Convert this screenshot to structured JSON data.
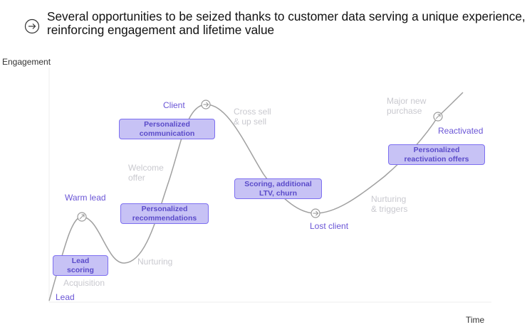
{
  "header": {
    "icon": "circle-arrow-right-icon",
    "line1": "Several opportunities to be seized thanks to customer data serving a unique experience,",
    "line2": "reinforcing engagement and lifetime value"
  },
  "axes": {
    "y_label": "Engagement",
    "x_label": "Time"
  },
  "stages": {
    "lead": "Lead",
    "acquisition": "Acquisition",
    "warm_lead": "Warm lead",
    "nurturing": "Nurturing",
    "welcome_offer": [
      "Welcome",
      "offer"
    ],
    "client": "Client",
    "cross_sell": [
      "Cross sell",
      "& up sell"
    ],
    "lost_client": "Lost client",
    "nurturing_triggers": [
      "Nurturing",
      "& triggers"
    ],
    "major_purchase": [
      "Major new",
      "purchase"
    ],
    "reactivated": "Reactivated"
  },
  "boxes": {
    "lead_scoring": [
      "Lead",
      "scoring"
    ],
    "personalized_recommendations": [
      "Personalized",
      "recommendations"
    ],
    "personalized_communication": [
      "Personalized",
      "communication"
    ],
    "scoring_ltv_churn": [
      "Scoring, additional",
      "LTV, churn"
    ],
    "reactivation_offers": [
      "Personalized",
      "reactivation offers"
    ]
  },
  "colors": {
    "accent": "#6a55d6",
    "box_fill": "#c7c2f5",
    "box_border": "#7d6ff0",
    "muted_text": "#c9c9cf",
    "curve": "#a0a0a0"
  }
}
